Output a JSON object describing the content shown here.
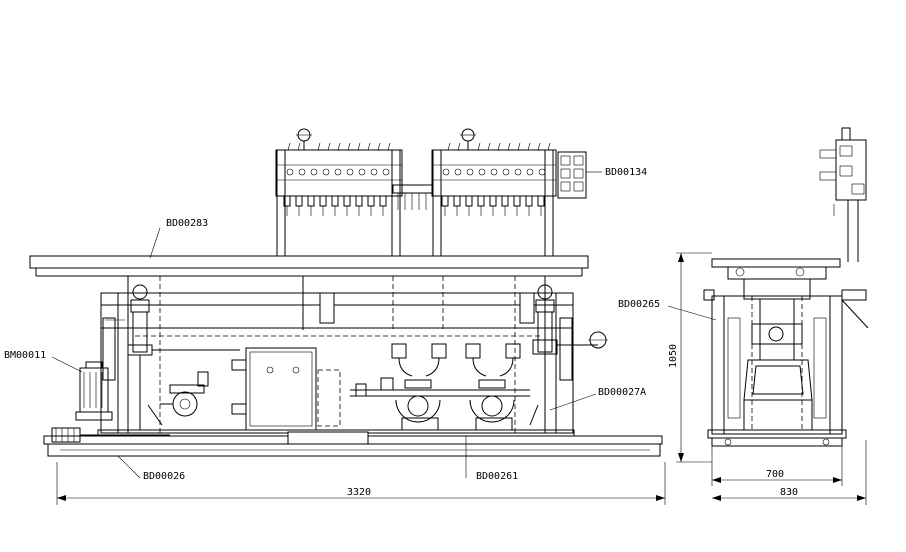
{
  "drawing": {
    "labels": {
      "bd00134": "BD00134",
      "bd00283": "BD00283",
      "bd00265": "BD00265",
      "bm00011": "BM00011",
      "bd00027a": "BD00027A",
      "bd00026": "BD00026",
      "bd00261": "BD00261"
    },
    "dimensions": {
      "front_width": "3320",
      "side_height": "1050",
      "side_inner_width": "700",
      "side_outer_width": "830"
    }
  }
}
